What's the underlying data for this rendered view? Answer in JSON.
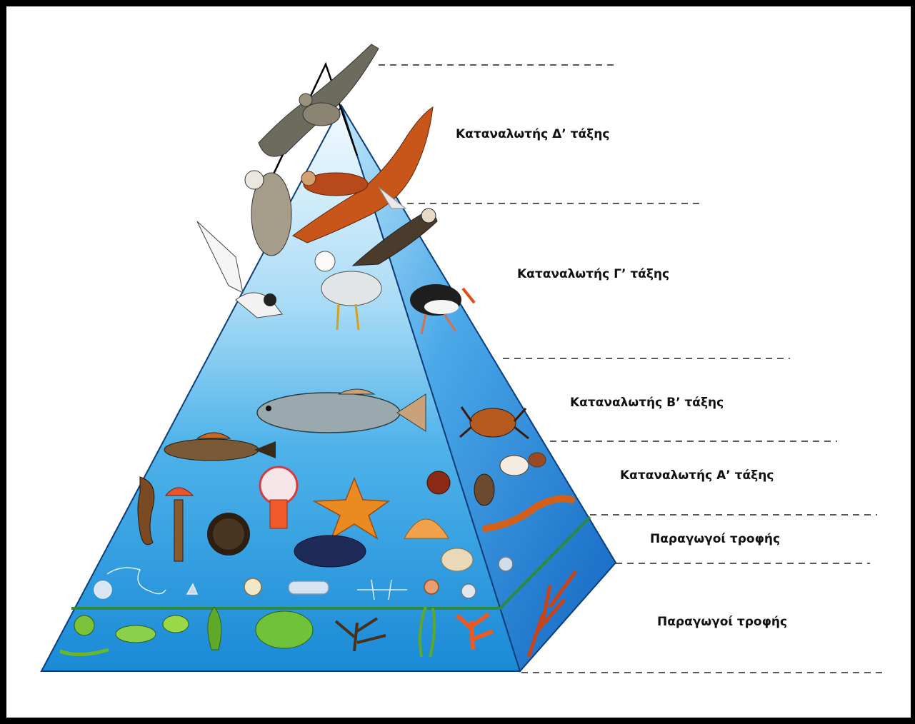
{
  "levels": [
    {
      "label": "Καταναλωτής Δ’ τάξης",
      "organisms": [
        "hawk"
      ]
    },
    {
      "label": "Καταναλωτής Γ’ τάξης",
      "organisms": [
        "eagle",
        "falcon",
        "tern",
        "gull",
        "skua",
        "oystercatcher"
      ]
    },
    {
      "label": "Καταναλωτής Β’ τάξης",
      "organisms": [
        "fish",
        "goby",
        "crab"
      ]
    },
    {
      "label": "Καταναλωτής Α’ τάξης",
      "organisms": [
        "seahorse",
        "tubeworm",
        "sea-urchin",
        "anemone",
        "starfish",
        "mussel",
        "scallop",
        "clam",
        "snail",
        "limpet",
        "polychaete-worm"
      ]
    },
    {
      "label": "Παραγωγοί τροφής",
      "organisms": [
        "zooplankton"
      ]
    },
    {
      "label": "Παραγωγοί τροφής",
      "organisms": [
        "seaweed",
        "algae",
        "kelp"
      ]
    }
  ],
  "colors": {
    "sky_top": "#f4fbff",
    "water_mid": "#4fb3ea",
    "water_deep": "#1a7fd0",
    "side_face": "#2a8be0",
    "divider": "#2e8a3c",
    "outline": "#0c3d7a"
  }
}
